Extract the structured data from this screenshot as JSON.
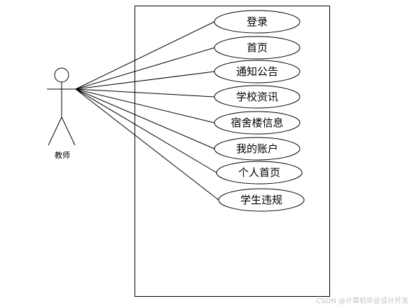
{
  "actor": {
    "label": "教师"
  },
  "use_cases": [
    {
      "label": "登录"
    },
    {
      "label": "首页"
    },
    {
      "label": "通知公告"
    },
    {
      "label": "学校资讯"
    },
    {
      "label": "宿舍楼信息"
    },
    {
      "label": "我的账户"
    },
    {
      "label": "个人首页"
    },
    {
      "label": "学生违规"
    }
  ],
  "watermark": "CSDN @计算机毕业设计开发"
}
